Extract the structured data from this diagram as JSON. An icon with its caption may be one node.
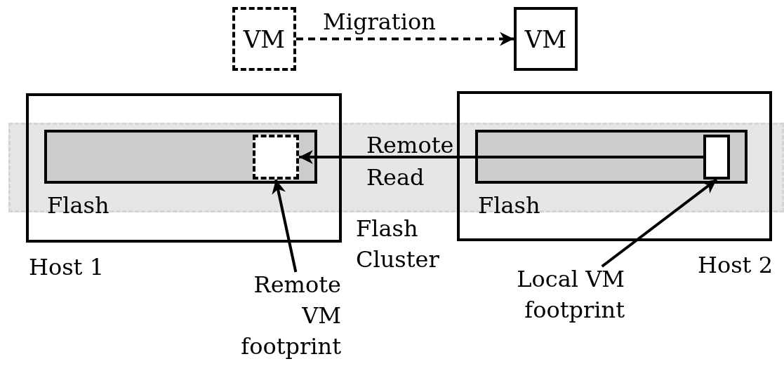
{
  "diagram": {
    "nodes": [
      {
        "text": [
          "VM"
        ]
      },
      {
        "text": [
          "VM"
        ]
      },
      {
        "text": [
          "Host 1"
        ]
      },
      {
        "text": [
          "Flash"
        ],
        "in": 2
      },
      {
        "text": [],
        "shape": "box",
        "in": 3
      },
      {
        "text": [
          "Host 2"
        ]
      },
      {
        "text": [
          "Flash"
        ],
        "in": 5
      },
      {
        "text": [],
        "shape": "box",
        "in": 6
      },
      {
        "text": [
          "Remote VM footprint"
        ]
      },
      {
        "text": [
          "Local VM footprint"
        ]
      }
    ],
    "edges": [
      {
        "from": 0,
        "to": 1,
        "arrow": "to",
        "label": "Migration",
        "style": "dashed"
      },
      {
        "from": 7,
        "to": 4,
        "arrow": "to",
        "label": "Remote Read"
      },
      {
        "from": 8,
        "to": 4,
        "arrow": "to"
      },
      {
        "from": 9,
        "to": 7,
        "arrow": "to"
      }
    ],
    "labels": [
      "Flash Cluster"
    ]
  }
}
